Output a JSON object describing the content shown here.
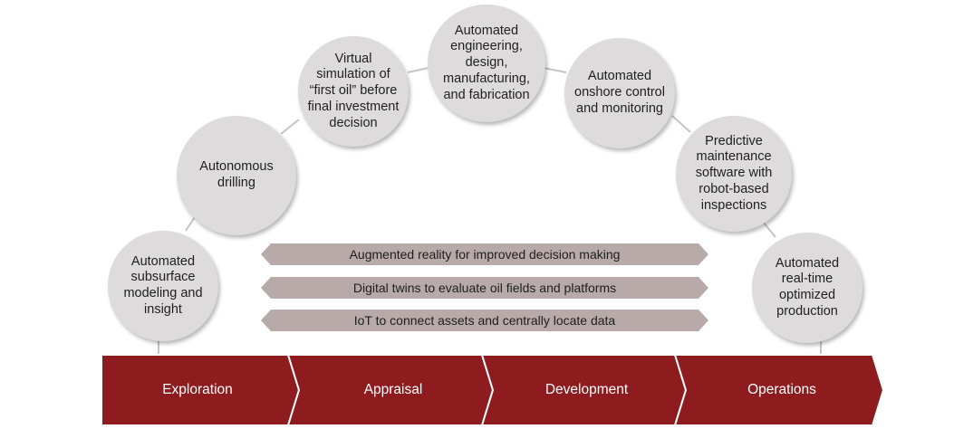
{
  "bubbles": {
    "subsurface": "Automated subsurface modeling and insight",
    "drilling": "Autonomous drilling",
    "simulation": "Virtual simulation of “first oil” before final investment decision",
    "engineering": "Automated engineering, design, manufacturing, and fabrication",
    "onshore": "Automated onshore control and monitoring",
    "maintenance": "Predictive maintenance software with robot-based inspections",
    "production": "Automated real-time optimized production"
  },
  "technologies": [
    "Augmented reality for improved decision making",
    "Digital twins to evaluate oil fields and platforms",
    "IoT to connect assets and centrally locate data"
  ],
  "phases": [
    "Exploration",
    "Appraisal",
    "Development",
    "Operations"
  ],
  "colors": {
    "phase_fill": "#8e1c1f",
    "tech_fill": "#b8aaa8",
    "bubble_fill": "#dddbdb",
    "connector": "#c4c4c4"
  }
}
